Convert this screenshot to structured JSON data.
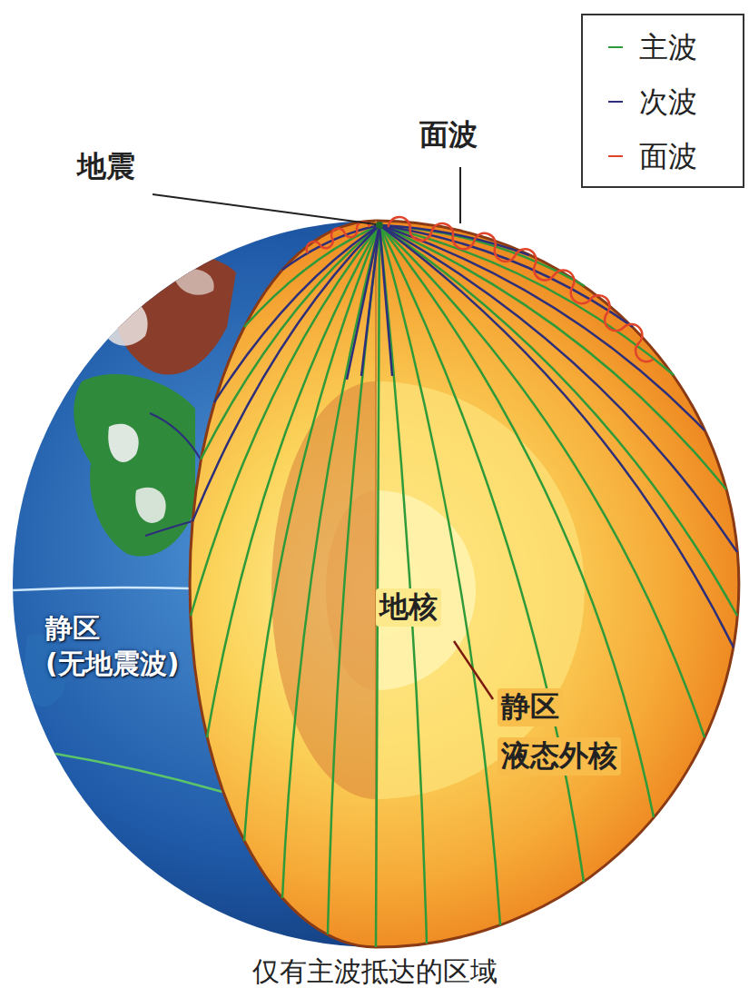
{
  "diagram": {
    "caption": "仅有主波抵达的区域",
    "labels": [
      "面波",
      "地震",
      "地核",
      "静区 (无地震波)",
      "静区",
      "液态外核"
    ],
    "legend": [
      {
        "text": "主波"
      },
      {
        "text": "次波"
      },
      {
        "text": "面波"
      }
    ]
  }
}
